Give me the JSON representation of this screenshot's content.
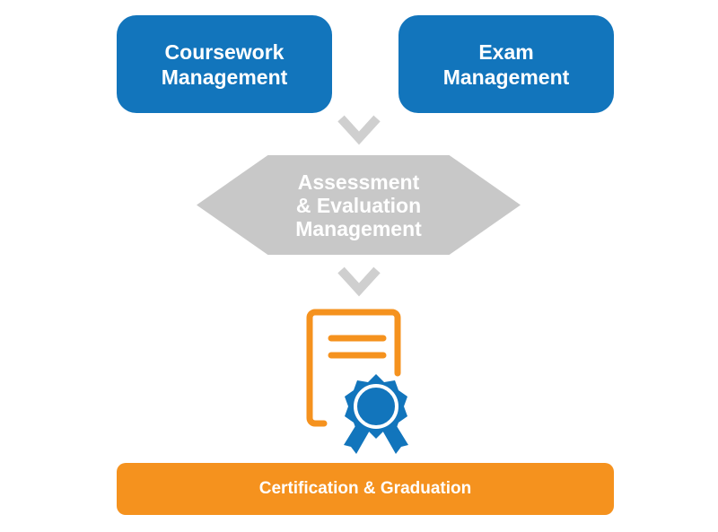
{
  "colors": {
    "blue": "#1275bc",
    "gray": "#c8c8c8",
    "orange": "#f5921e",
    "chevron": "#cfcfcf"
  },
  "boxes": {
    "coursework": {
      "line1": "Coursework",
      "line2": "Management"
    },
    "exam": {
      "line1": "Exam",
      "line2": "Management"
    }
  },
  "hexagon": {
    "line1": "Assessment",
    "line2": "& Evaluation",
    "line3": "Management"
  },
  "icons": {
    "connector": "chevron-down-icon",
    "certificate": "certificate-icon"
  },
  "footer": {
    "label": "Certification & Graduation"
  }
}
